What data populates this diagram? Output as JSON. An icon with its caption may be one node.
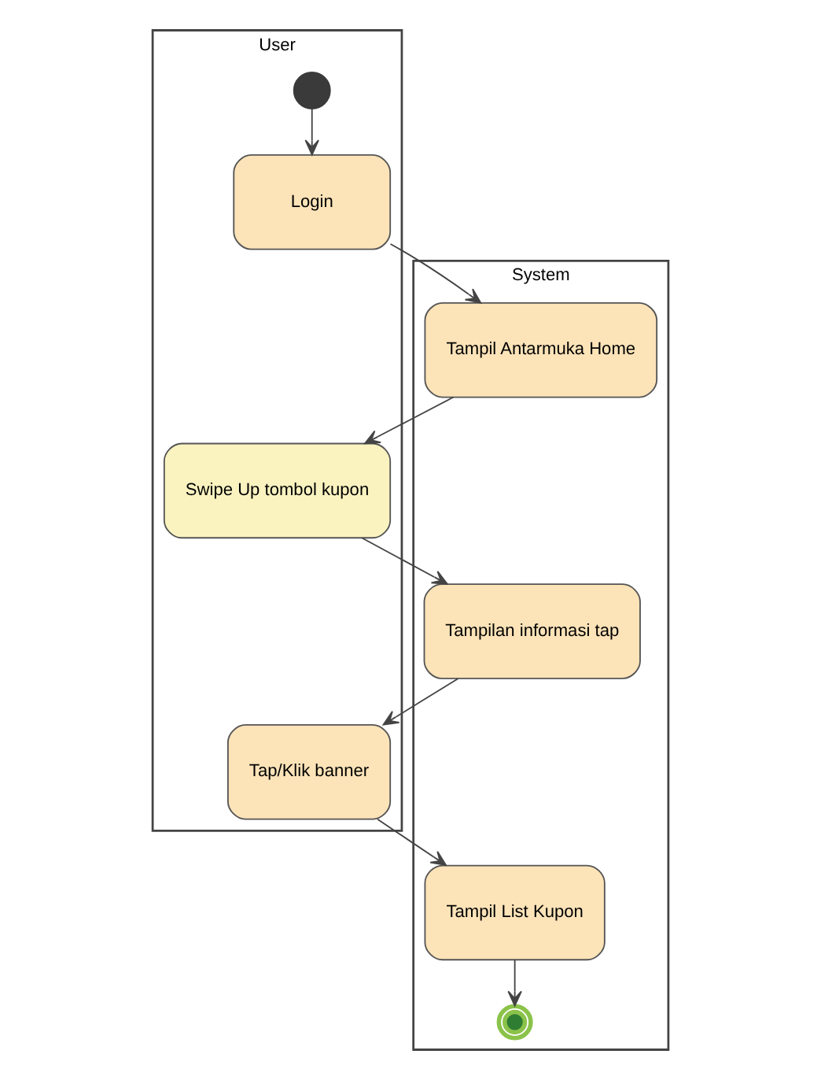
{
  "diagram": {
    "nodes": [
      {
        "text": [
          "User"
        ]
      },
      {
        "text": [
          "System"
        ]
      },
      {
        "text": [],
        "shape": "circle",
        "in": 0
      },
      {
        "text": [
          "Login"
        ],
        "in": 0
      },
      {
        "text": [
          "Tampil Antarmuka Home"
        ],
        "in": 1
      },
      {
        "text": [
          "Swipe Up tombol kupon"
        ],
        "in": 0
      },
      {
        "text": [
          "Tampilan informasi tap"
        ],
        "in": 1
      },
      {
        "text": [
          "Tap/Klik banner"
        ],
        "in": 0
      },
      {
        "text": [
          "Tampil List Kupon"
        ],
        "in": 1
      },
      {
        "text": [],
        "shape": "circle",
        "in": 1
      }
    ],
    "edges": [
      {
        "from": 2,
        "to": 3,
        "arrow": "to"
      },
      {
        "from": 3,
        "to": 4,
        "arrow": "to"
      },
      {
        "from": 4,
        "to": 5,
        "arrow": "to"
      },
      {
        "from": 5,
        "to": 6,
        "arrow": "to"
      },
      {
        "from": 6,
        "to": 7,
        "arrow": "to"
      },
      {
        "from": 7,
        "to": 8,
        "arrow": "to"
      },
      {
        "from": 8,
        "to": 9,
        "arrow": "to"
      }
    ]
  }
}
